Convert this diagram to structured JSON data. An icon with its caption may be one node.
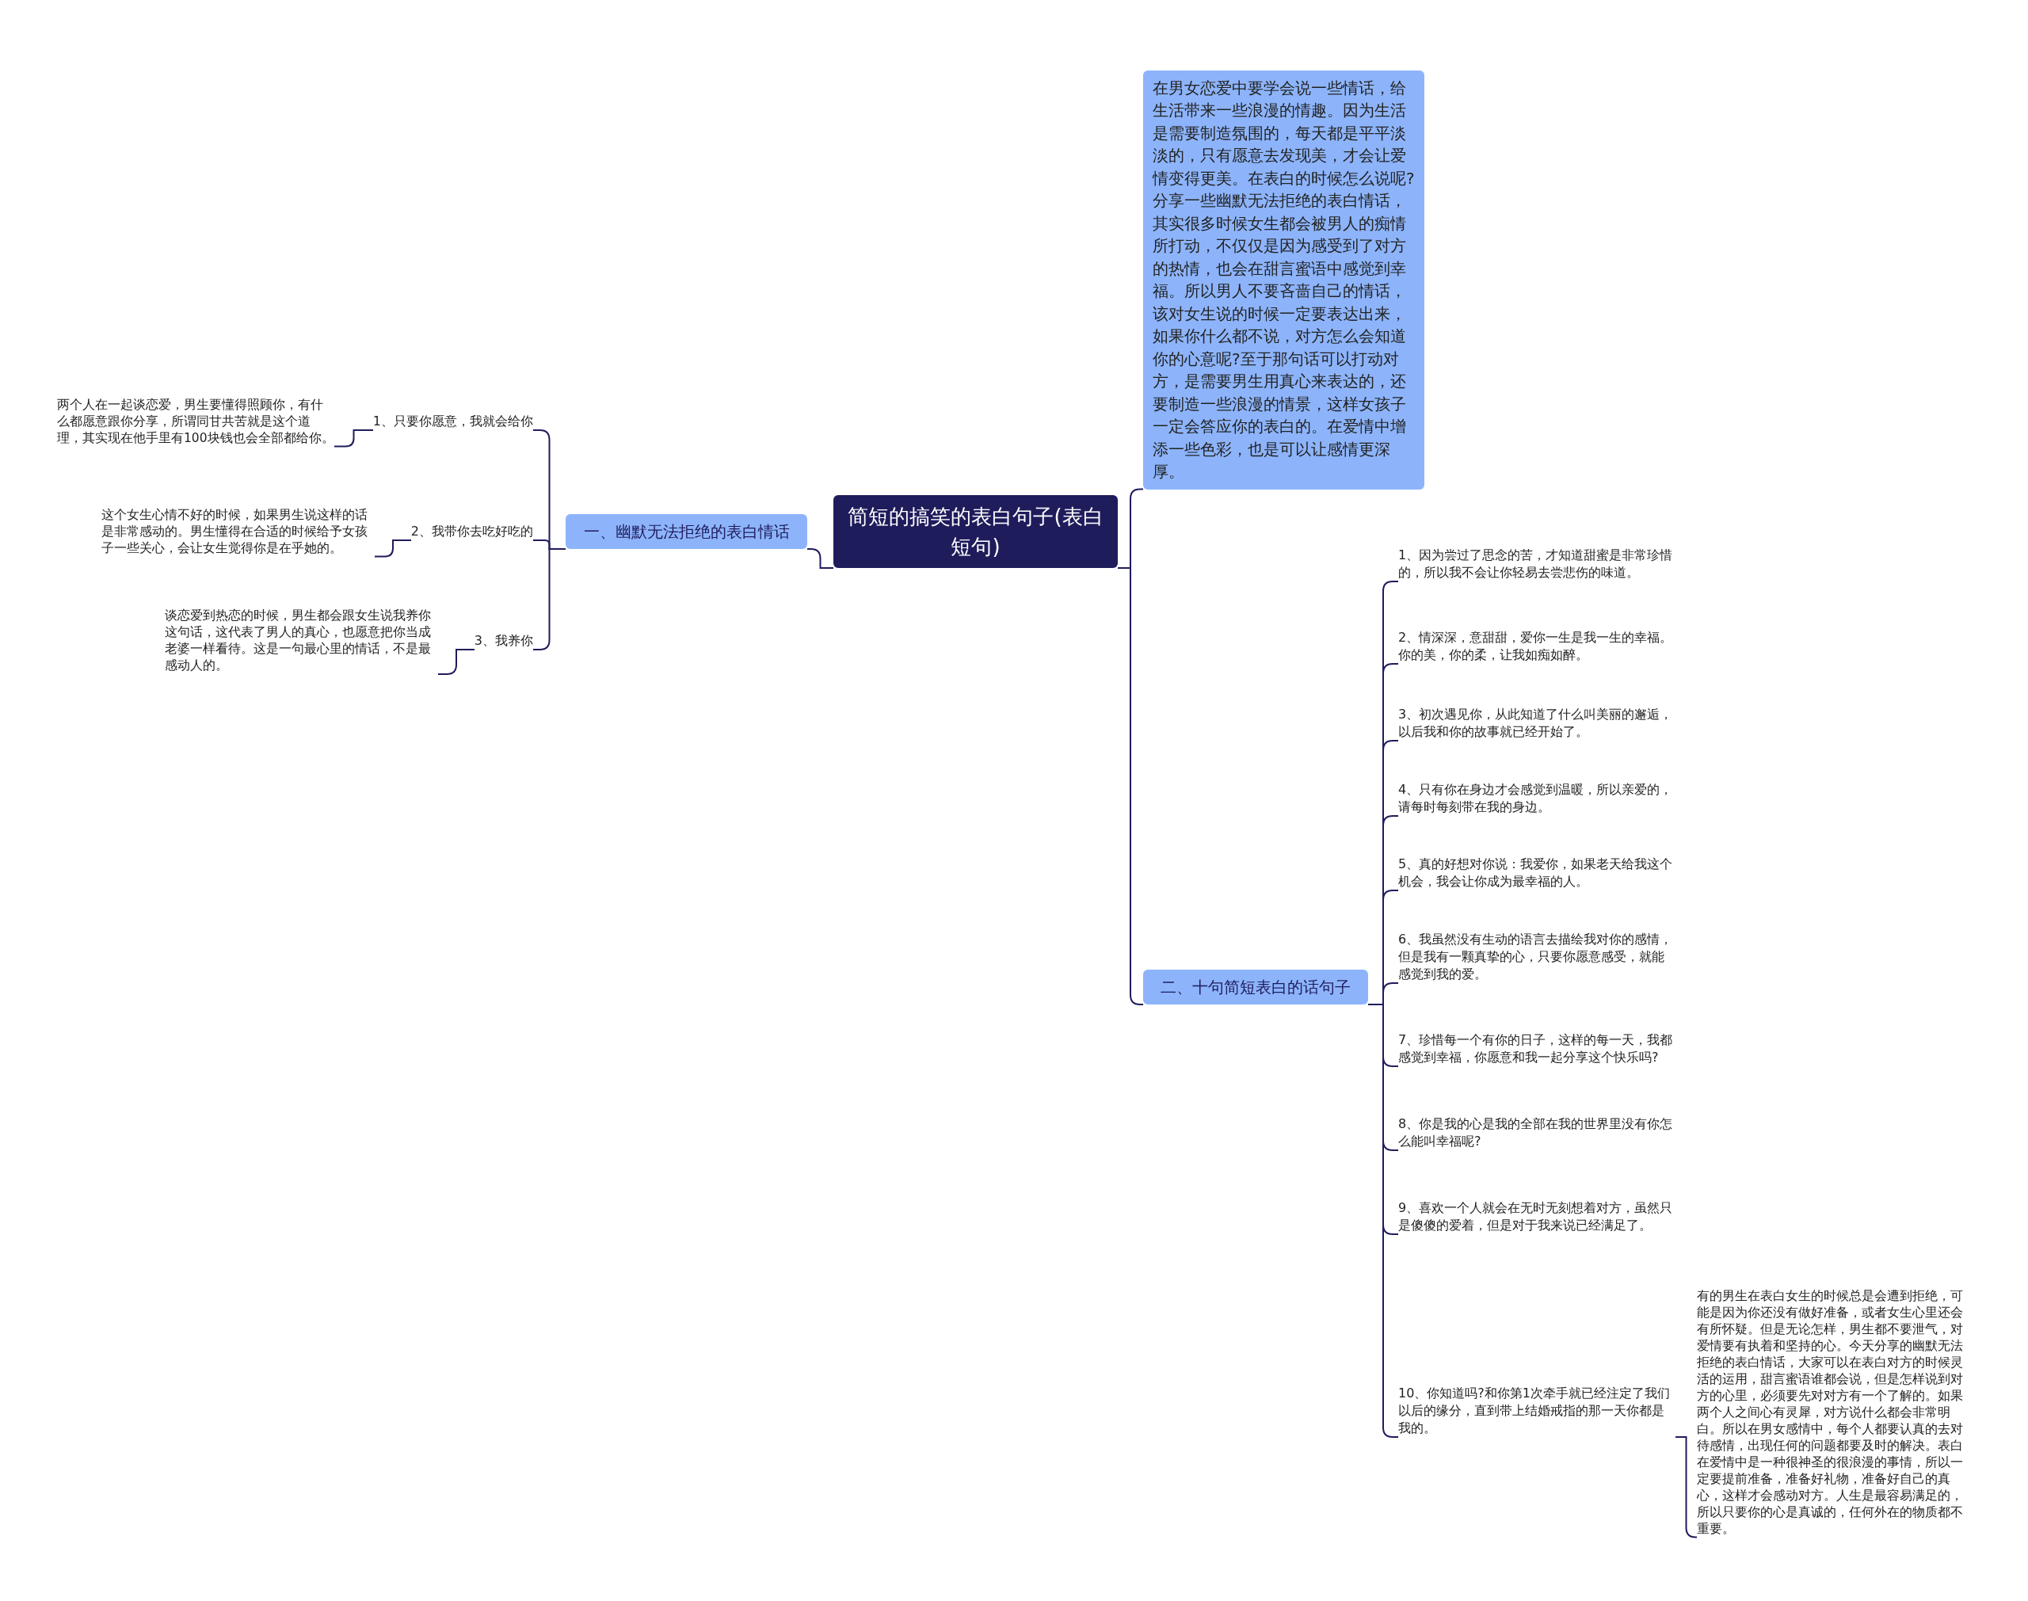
{
  "diagram": {
    "nodes": [
      {
        "text": [
          "简短的搞笑的表白句子(表白短句)"
        ]
      },
      {
        "text": [
          "一、幽默无法拒绝的表白情话"
        ]
      },
      {
        "text": [
          "1、只要你愿意，我就会给你"
        ]
      },
      {
        "text": [
          "两个人在一起谈恋爱，男生要懂得照顾你，有什么都愿意跟你分享，所谓同甘共苦就是这个道理，其实现在他手里有100块钱也会全部都给你。"
        ]
      },
      {
        "text": [
          "2、我带你去吃好吃的"
        ]
      },
      {
        "text": [
          "这个女生心情不好的时候，如果男生说这样的话是非常感动的。男生懂得在合适的时候给予女孩子一些关心，会让女生觉得你是在乎她的。"
        ]
      },
      {
        "text": [
          "3、我养你"
        ]
      },
      {
        "text": [
          "谈恋爱到热恋的时候，男生都会跟女生说我养你这句话，这代表了男人的真心，也愿意把你当成老婆一样看待。这是一句最心里的情话，不是最感动人的。"
        ]
      },
      {
        "text": [
          "在男女恋爱中要学会说一些情话，给生活带来一些浪漫的情趣。因为生活是需要制造氛围的，每天都是平平淡淡的，只有愿意去发现美，才会让爱情变得更美。在表白的时候怎么说呢?分享一些幽默无法拒绝的表白情话，其实很多时候女生都会被男人的痴情所打动，不仅仅是因为感受到了对方的热情，也会在甜言蜜语中感觉到幸福。所以男人不要吝啬自己的情话，该对女生说的时候一定要表达出来，如果你什么都不说，对方怎么会知道你的心意呢?至于那句话可以打动对方，是需要男生用真心来表达的，还要制造一些浪漫的情景，这样女孩子一定会答应你的表白的。在爱情中增添一些色彩，也是可以让感情更深厚。"
        ]
      },
      {
        "text": [
          "二、十句简短表白的话句子"
        ]
      },
      {
        "text": [
          "1、因为尝过了思念的苦，才知道甜蜜是非常珍惜的，所以我不会让你轻易去尝悲伤的味道。"
        ]
      },
      {
        "text": [
          "2、情深深，意甜甜，爱你一生是我一生的幸福。你的美，你的柔，让我如痴如醉。"
        ]
      },
      {
        "text": [
          "3、初次遇见你，从此知道了什么叫美丽的邂逅，以后我和你的故事就已经开始了。"
        ]
      },
      {
        "text": [
          "4、只有你在身边才会感觉到温暖，所以亲爱的，请每时每刻带在我的身边。"
        ]
      },
      {
        "text": [
          "5、真的好想对你说：我爱你，如果老天给我这个机会，我会让你成为最幸福的人。"
        ]
      },
      {
        "text": [
          "6、我虽然没有生动的语言去描绘我对你的感情，但是我有一颗真挚的心，只要你愿意感受，就能感觉到我的爱。"
        ]
      },
      {
        "text": [
          "7、珍惜每一个有你的日子，这样的每一天，我都感觉到幸福，你愿意和我一起分享这个快乐吗?"
        ]
      },
      {
        "text": [
          "8、你是我的心是我的全部在我的世界里没有你怎么能叫幸福呢?"
        ]
      },
      {
        "text": [
          "9、喜欢一个人就会在无时无刻想着对方，虽然只是傻傻的爱着，但是对于我来说已经满足了。"
        ]
      },
      {
        "text": [
          "10、你知道吗?和你第1次牵手就已经注定了我们以后的缘分，直到带上结婚戒指的那一天你都是我的。"
        ]
      },
      {
        "text": [
          "有的男生在表白女生的时候总是会遭到拒绝，可能是因为你还没有做好准备，或者女生心里还会有所怀疑。但是无论怎样，男生都不要泄气，对爱情要有执着和坚持的心。今天分享的幽默无法拒绝的表白情话，大家可以在表白对方的时候灵活的运用，甜言蜜语谁都会说，但是怎样说到对方的心里，必须要先对对方有一个了解的。如果两个人之间心有灵犀，对方说什么都会非常明白。所以在男女感情中，每个人都要认真的去对待感情，出现任何的问题都要及时的解决。表白在爱情中是一种很神圣的很浪漫的事情，所以一定要提前准备，准备好礼物，准备好自己的真心，这样才会感动对方。人生是最容易满足的，所以只要你的心是真诚的，任何外在的物质都不重要。"
        ]
      }
    ],
    "edges": [
      {
        "from": 0,
        "to": 1,
        "arrow": "none"
      },
      {
        "from": 1,
        "to": 2,
        "arrow": "none"
      },
      {
        "from": 2,
        "to": 3,
        "arrow": "none"
      },
      {
        "from": 1,
        "to": 4,
        "arrow": "none"
      },
      {
        "from": 4,
        "to": 5,
        "arrow": "none"
      },
      {
        "from": 1,
        "to": 6,
        "arrow": "none"
      },
      {
        "from": 6,
        "to": 7,
        "arrow": "none"
      },
      {
        "from": 0,
        "to": 8,
        "arrow": "none"
      },
      {
        "from": 0,
        "to": 9,
        "arrow": "none"
      },
      {
        "from": 9,
        "to": 10,
        "arrow": "none"
      },
      {
        "from": 9,
        "to": 11,
        "arrow": "none"
      },
      {
        "from": 9,
        "to": 12,
        "arrow": "none"
      },
      {
        "from": 9,
        "to": 13,
        "arrow": "none"
      },
      {
        "from": 9,
        "to": 14,
        "arrow": "none"
      },
      {
        "from": 9,
        "to": 15,
        "arrow": "none"
      },
      {
        "from": 9,
        "to": 16,
        "arrow": "none"
      },
      {
        "from": 9,
        "to": 17,
        "arrow": "none"
      },
      {
        "from": 9,
        "to": 18,
        "arrow": "none"
      },
      {
        "from": 9,
        "to": 19,
        "arrow": "none"
      },
      {
        "from": 19,
        "to": 20,
        "arrow": "none"
      }
    ]
  }
}
